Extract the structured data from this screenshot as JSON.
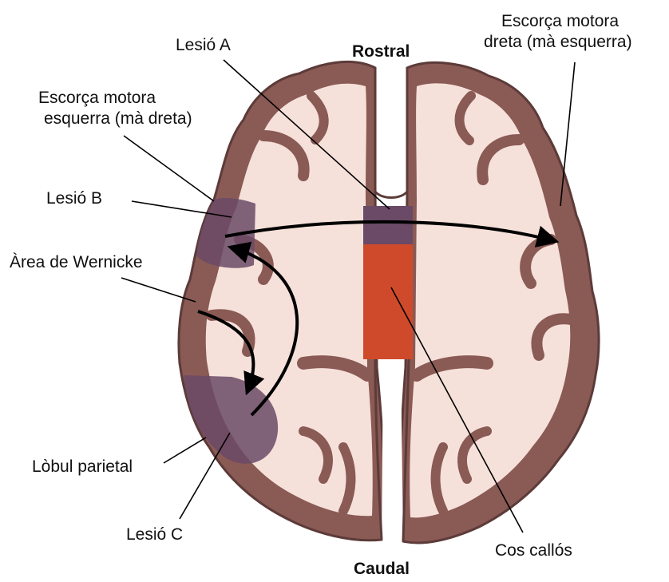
{
  "labels": {
    "lesio_a": "Lesió A",
    "rostral": "Rostral",
    "escorca_dreta_l1": "Escorça motora",
    "escorca_dreta_l2": "dreta (mà esquerra)",
    "escorca_esquerra_l1": "Escorça motora",
    "escorca_esquerra_l2": "esquerra (mà dreta)",
    "lesio_b": "Lesió B",
    "area_wernicke": "Àrea de Wernicke",
    "lobul_parietal": "Lòbul parietal",
    "lesio_c": "Lesió C",
    "cos_callos": "Cos callós",
    "caudal": "Caudal"
  },
  "colors": {
    "cortex": "#8a5a55",
    "cortex_dark": "#5c3b39",
    "white_matter": "#f6e1da",
    "lesion": "#6a4a66",
    "corpus_callosum": "#cf4a2a",
    "arrow": "#000000"
  }
}
